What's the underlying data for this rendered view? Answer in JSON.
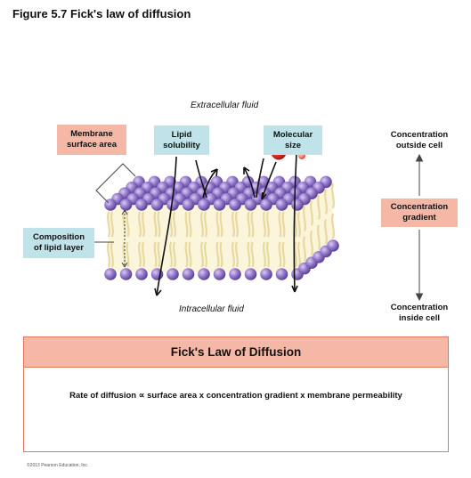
{
  "title": "Figure 5.7 Fick's law of diffusion",
  "labels": {
    "extracellular": "Extracellular fluid",
    "intracellular": "Intracellular fluid",
    "membrane_surface_area_1": "Membrane",
    "membrane_surface_area_2": "surface area",
    "lipid_solubility_1": "Lipid",
    "lipid_solubility_2": "solubility",
    "molecular_size_1": "Molecular",
    "molecular_size_2": "size",
    "composition_1": "Composition",
    "composition_2": "of lipid layer",
    "conc_outside_1": "Concentration",
    "conc_outside_2": "outside cell",
    "conc_gradient_1": "Concentration",
    "conc_gradient_2": "gradient",
    "conc_inside_1": "Concentration",
    "conc_inside_2": "inside cell"
  },
  "law": {
    "heading": "Fick's Law of Diffusion",
    "equation": "Rate of diffusion ∝ surface area x concentration gradient x membrane permeability"
  },
  "copyright": "©2013 Pearson Education, Inc.",
  "colors": {
    "phospholipid_head": "#8a6fc2",
    "tail": "#f4e8b8",
    "pink_box": "#f5b7a6",
    "teal_box": "#bfe3e8",
    "large_molecule": "#e8302a",
    "small_molecule": "#f06a4f"
  }
}
